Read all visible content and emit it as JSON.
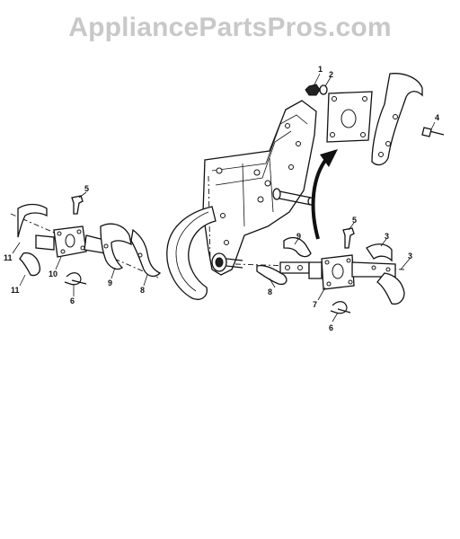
{
  "watermark": "AppliancePartsPros.com",
  "callouts": [
    "1",
    "2",
    "3",
    "3",
    "4",
    "5",
    "5",
    "6",
    "6",
    "7",
    "8",
    "8",
    "9",
    "9",
    "10",
    "11",
    "11"
  ],
  "colors": {
    "background": "#ffffff",
    "ink": "#111111",
    "watermark": "#c8c8c8"
  }
}
